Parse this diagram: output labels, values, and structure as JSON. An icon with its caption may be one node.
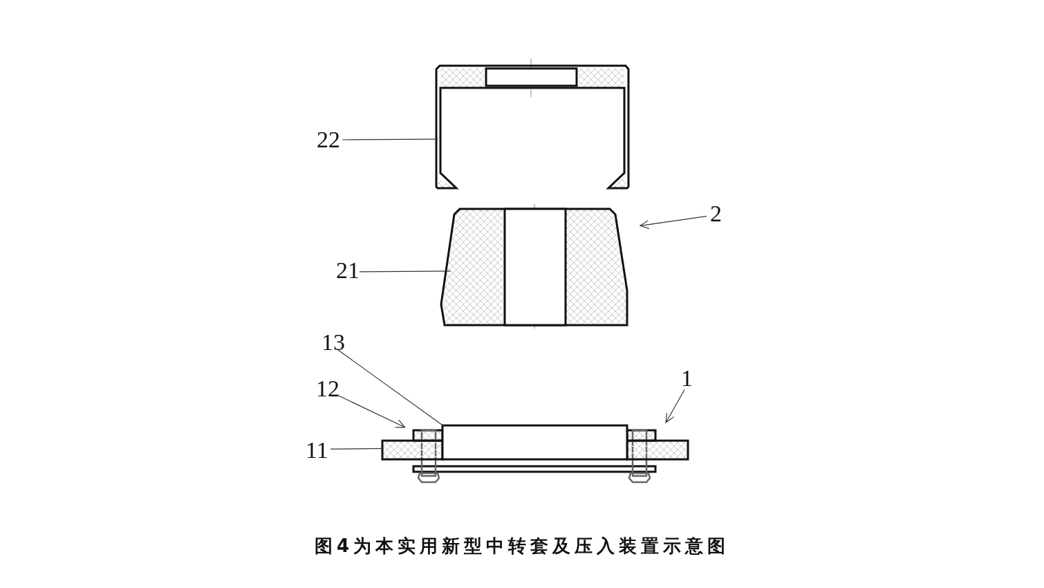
{
  "diagram": {
    "caption": "图4为本实用新型中转套及压入装置示意图",
    "nodes": [
      {
        "text": [
          "22"
        ]
      },
      {
        "text": [],
        "shape": "picture"
      },
      {
        "text": [
          "2"
        ]
      },
      {
        "text": [
          "21"
        ]
      },
      {
        "text": [],
        "shape": "picture"
      },
      {
        "text": [
          "13"
        ]
      },
      {
        "text": [
          "12"
        ]
      },
      {
        "text": [
          "1"
        ]
      },
      {
        "text": [
          "11"
        ]
      },
      {
        "text": [],
        "shape": "picture"
      },
      {
        "text": [],
        "shape": "box"
      }
    ],
    "edges": [
      {
        "from": 0,
        "to": 1,
        "arrow": "none"
      },
      {
        "from": 2,
        "to": 4,
        "arrow": "to"
      },
      {
        "from": 3,
        "to": 4,
        "arrow": "none"
      },
      {
        "from": 5,
        "to": 10,
        "arrow": "none"
      },
      {
        "from": 6,
        "to": 9,
        "arrow": "to"
      },
      {
        "from": 7,
        "to": 9,
        "arrow": "to"
      },
      {
        "from": 8,
        "to": 9,
        "arrow": "none"
      }
    ]
  }
}
